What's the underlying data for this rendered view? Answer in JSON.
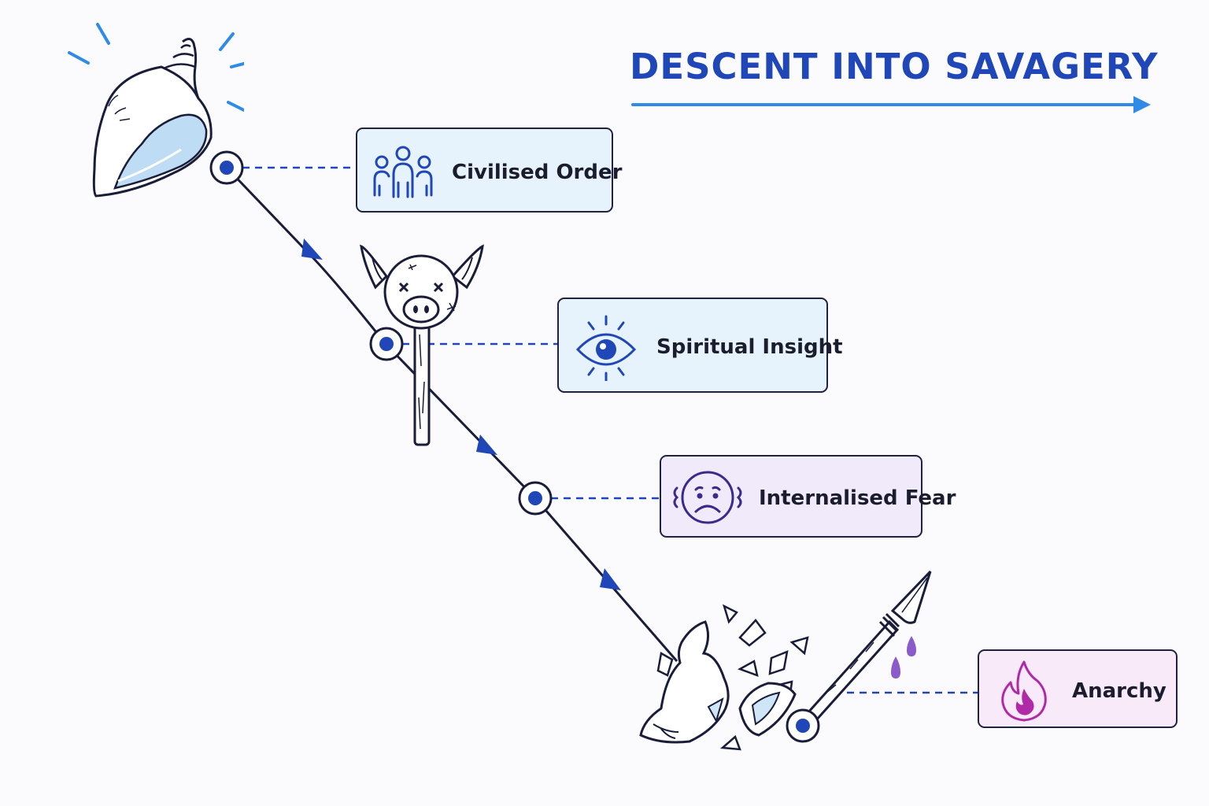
{
  "title": "DESCENT INTO SAVAGERY",
  "colors": {
    "title": "#1f47b8",
    "arrow": "#2f8be8",
    "path": "#1a1d3a",
    "node": "#1f47b8",
    "civilised_bg": "#e6f3fd",
    "insight_bg": "#e6f3fd",
    "fear_bg": "#f1eafb",
    "anarchy_bg": "#f8eaf8",
    "fire": "#b02aa8"
  },
  "stages": [
    {
      "label": "Civilised Order",
      "icon": "people-group-icon",
      "symbol": "conch-shell"
    },
    {
      "label": "Spiritual Insight",
      "icon": "eye-icon",
      "symbol": "pig-head-on-stick"
    },
    {
      "label": "Internalised Fear",
      "icon": "worried-face-icon",
      "symbol": "none"
    },
    {
      "label": "Anarchy",
      "icon": "fire-icon",
      "symbol": "shattered-conch-and-spear"
    }
  ]
}
